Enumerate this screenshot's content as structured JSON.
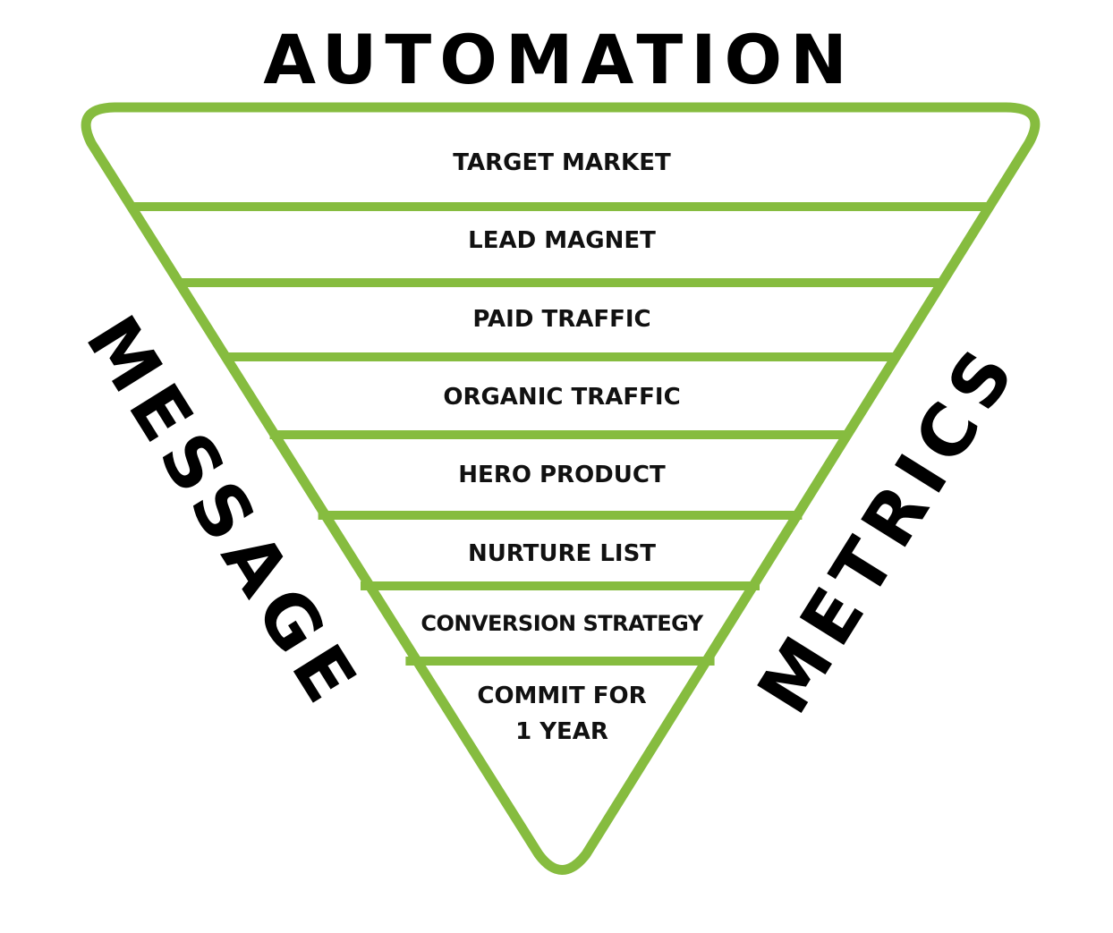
{
  "title": "AUTOMATION",
  "left_label": "MESSAGE",
  "right_label": "METRICS",
  "accent_color": "#86bc3f",
  "layers": [
    {
      "lines": [
        "TARGET MARKET"
      ]
    },
    {
      "lines": [
        "LEAD MAGNET"
      ]
    },
    {
      "lines": [
        "PAID TRAFFIC"
      ]
    },
    {
      "lines": [
        "ORGANIC TRAFFIC"
      ]
    },
    {
      "lines": [
        "HERO PRODUCT"
      ]
    },
    {
      "lines": [
        "NURTURE LIST"
      ]
    },
    {
      "lines": [
        "CONVERSION STRATEGY"
      ]
    },
    {
      "lines": [
        "COMMIT FOR",
        "1 YEAR"
      ]
    }
  ]
}
